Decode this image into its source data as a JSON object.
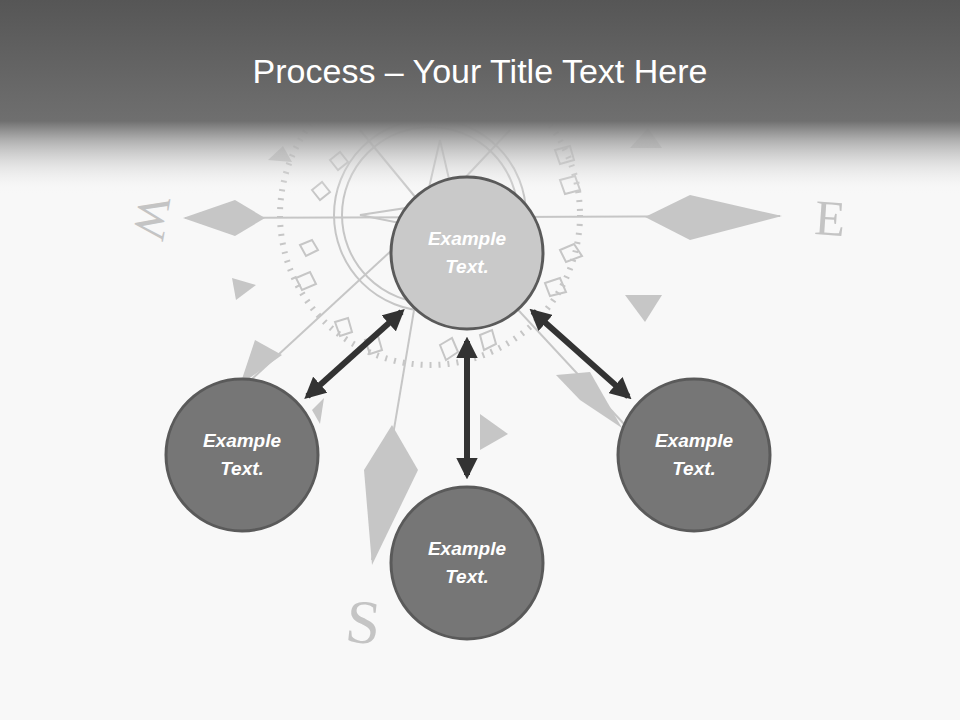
{
  "diagram": {
    "title": "Process – Your Title Text Here",
    "nodes": [
      {
        "text": [
          "Example Text."
        ]
      },
      {
        "text": [
          "Example Text."
        ]
      },
      {
        "text": [
          "Example Text."
        ]
      },
      {
        "text": [
          "Example Text."
        ]
      }
    ],
    "edges": [
      {
        "from": 0,
        "to": 1,
        "arrow": "both"
      },
      {
        "from": 0,
        "to": 2,
        "arrow": "both"
      },
      {
        "from": 0,
        "to": 3,
        "arrow": "both"
      }
    ],
    "labels": [
      "W",
      "E",
      "S"
    ]
  }
}
